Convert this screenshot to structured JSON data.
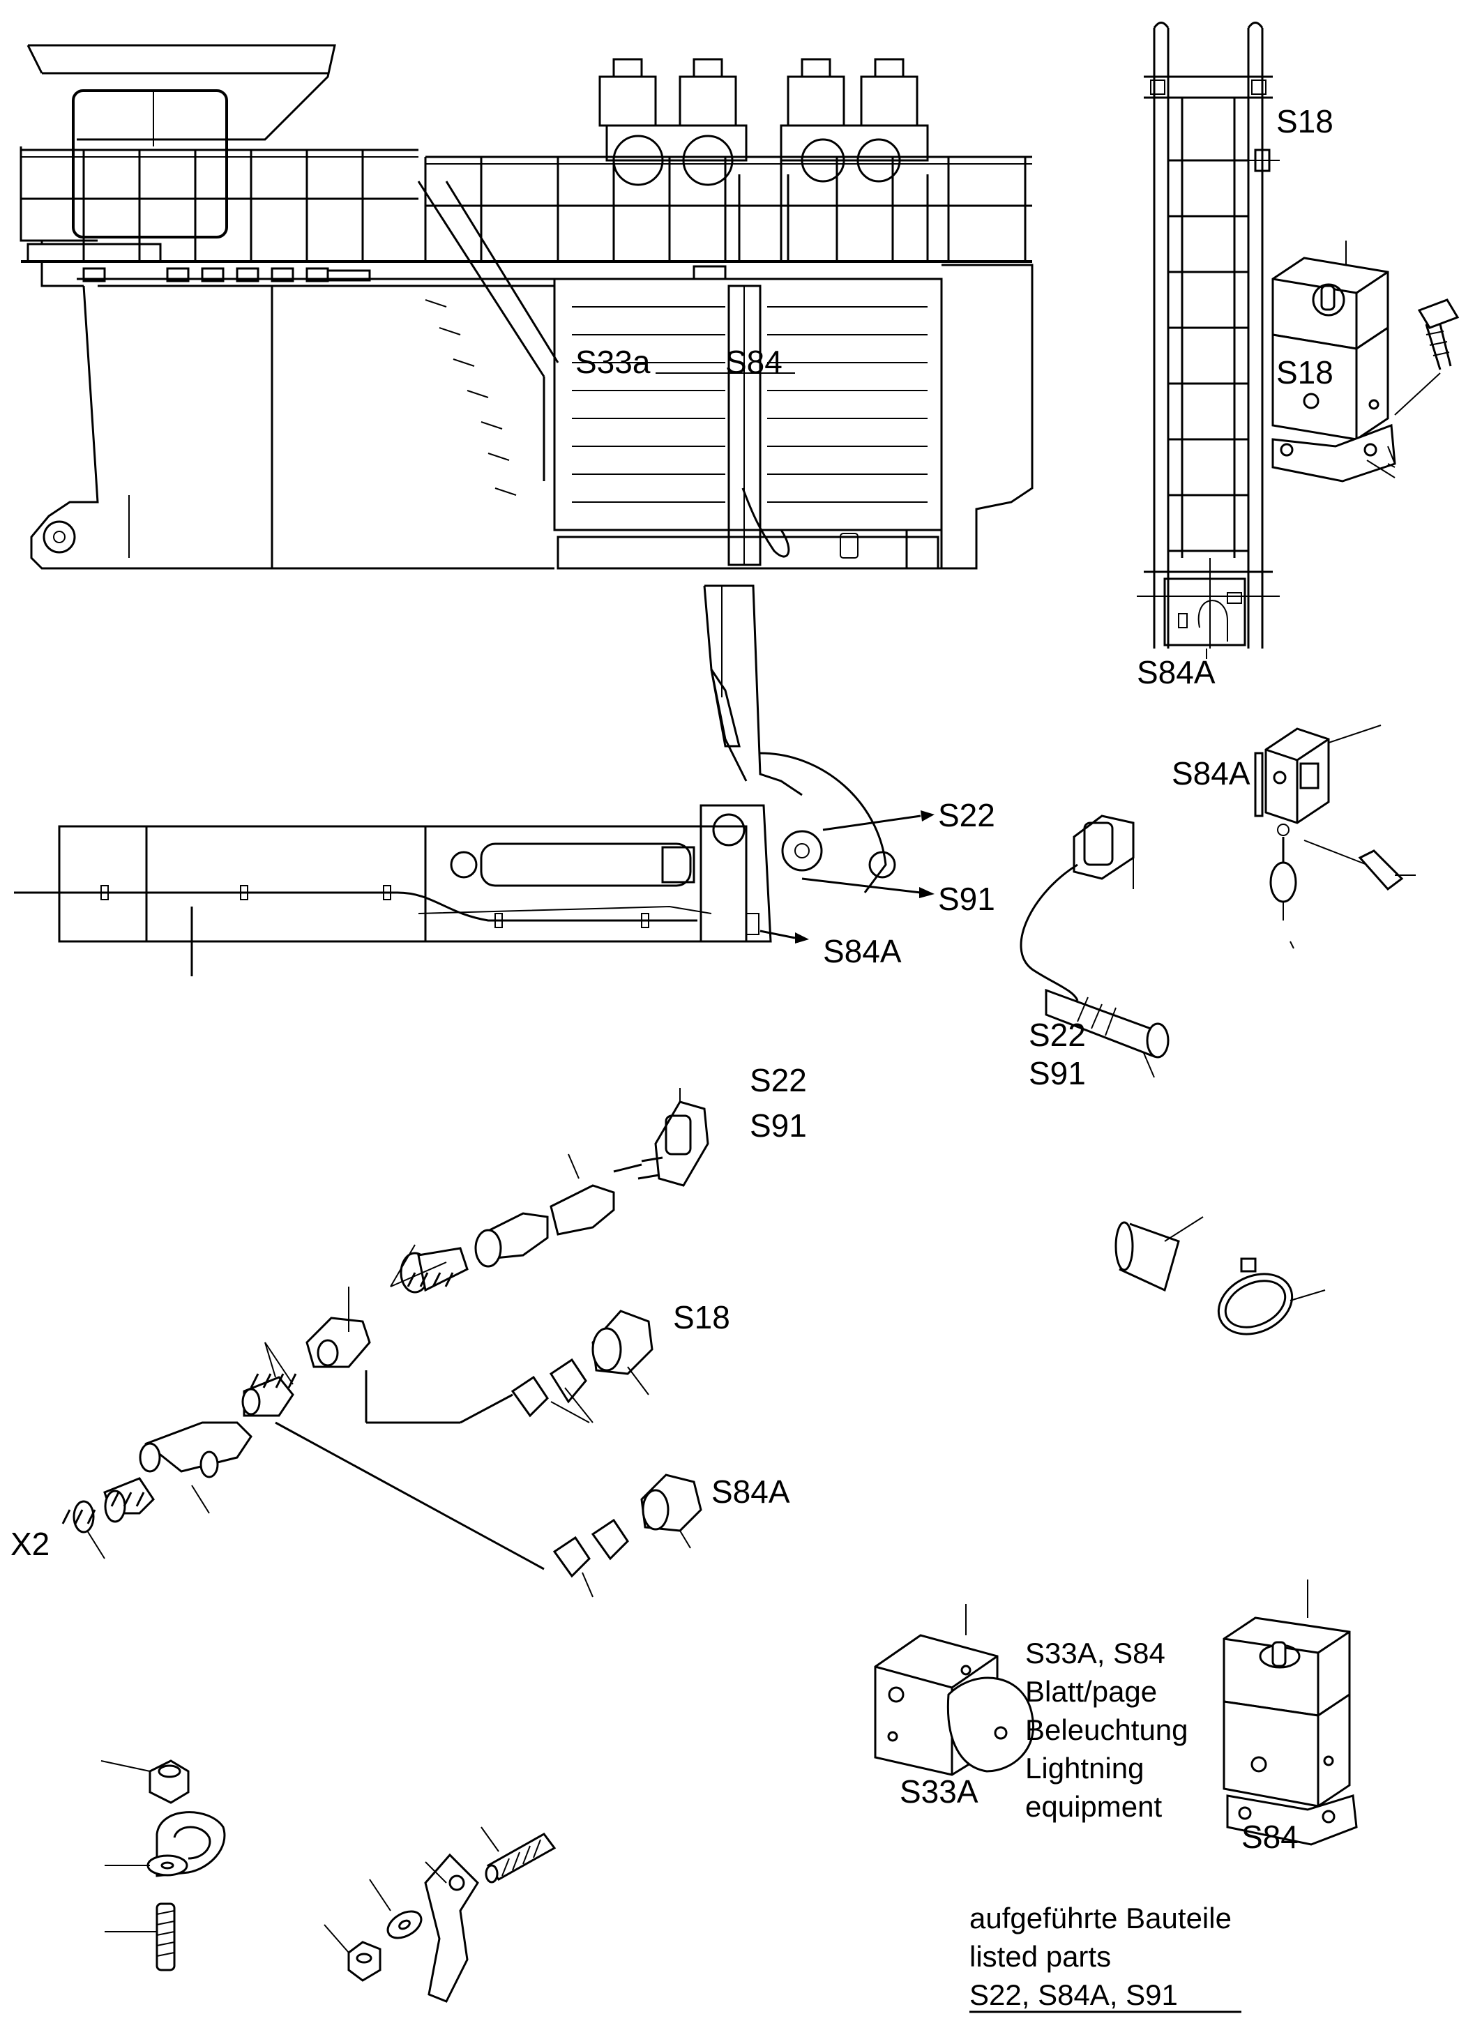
{
  "labels": {
    "s33a_lower": "S33a",
    "s84_main": "S84",
    "s18_ladder": "S18",
    "s18_box": "S18",
    "s84a_ladder": "S84A",
    "s84a_switch": "S84A",
    "s22_boom": "S22",
    "s91_boom": "S91",
    "s84a_boom": "S84A",
    "s22_sensor": "S22",
    "s91_sensor": "S91",
    "s22_cable": "S22",
    "s91_cable": "S91",
    "s18_fitting": "S18",
    "s84a_fitting": "S84A",
    "x2": "X2",
    "s33a_part": "S33A",
    "s84_part": "S84"
  },
  "reference_note": {
    "line1": "S33A, S84",
    "line2": "Blatt/page",
    "line3": "Beleuchtung",
    "line4": "Lightning",
    "line5": "equipment"
  },
  "parts_note": {
    "line1": "aufgeführte Bauteile",
    "line2": "listed parts",
    "line3": "S22, S84A, S91"
  }
}
